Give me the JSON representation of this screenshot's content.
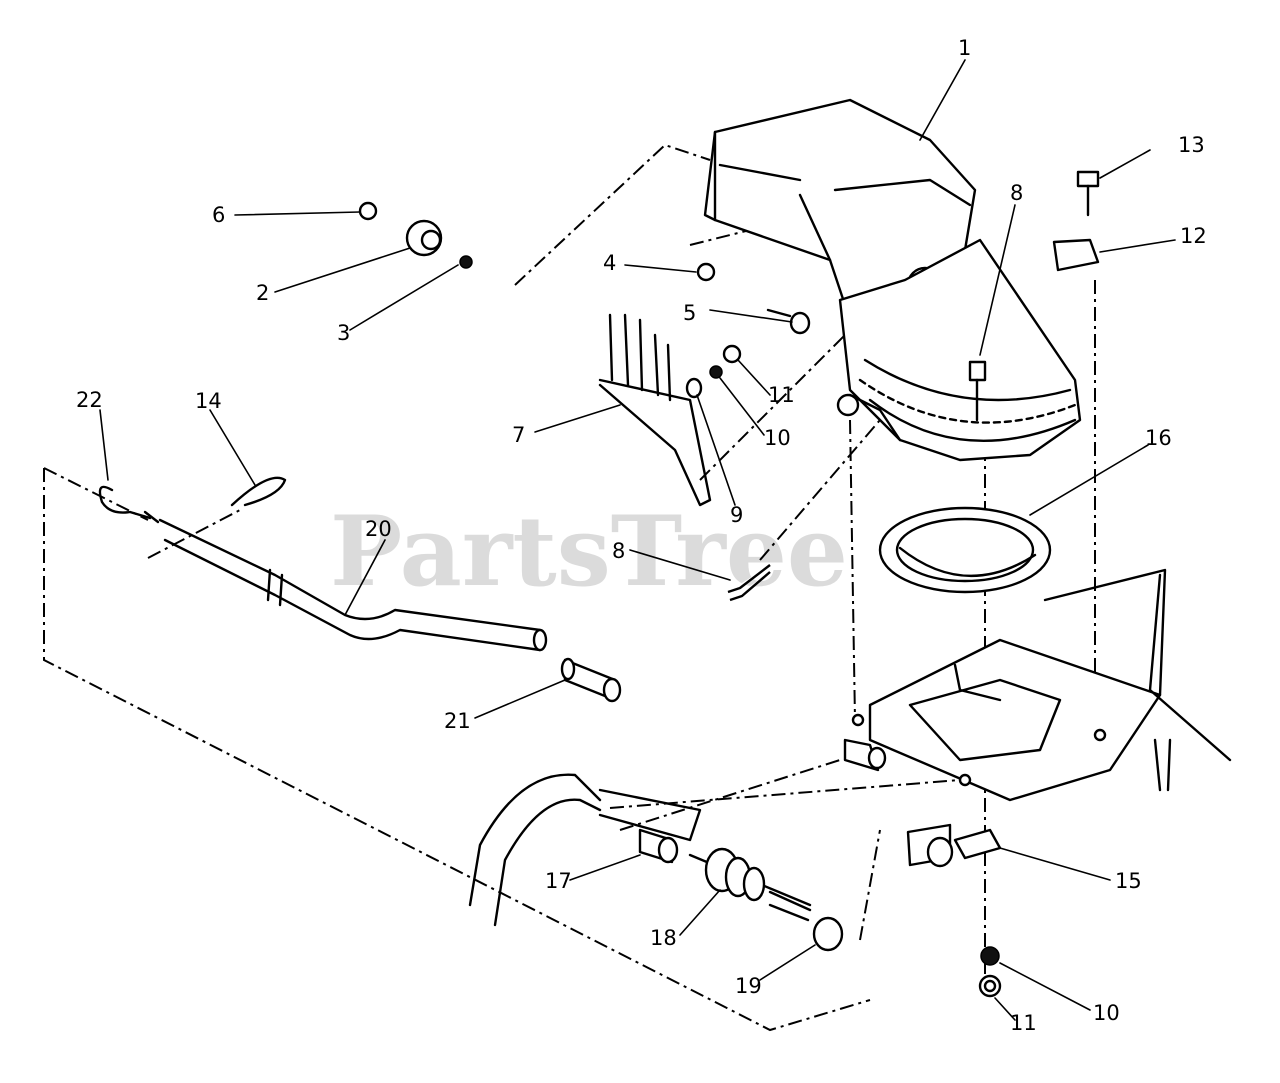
{
  "watermark": "PartsTree",
  "callouts": {
    "c1": "1",
    "c13": "13",
    "c8a": "8",
    "c12": "12",
    "c6": "6",
    "c4": "4",
    "c2": "2",
    "c3": "3",
    "c5": "5",
    "c22": "22",
    "c14": "14",
    "c11a": "11",
    "c7": "7",
    "c16": "16",
    "c10a": "10",
    "c9": "9",
    "c20": "20",
    "c8b": "8",
    "c21": "21",
    "c17": "17",
    "c15": "15",
    "c18": "18",
    "c19": "19",
    "c10b": "10",
    "c11b": "11"
  }
}
